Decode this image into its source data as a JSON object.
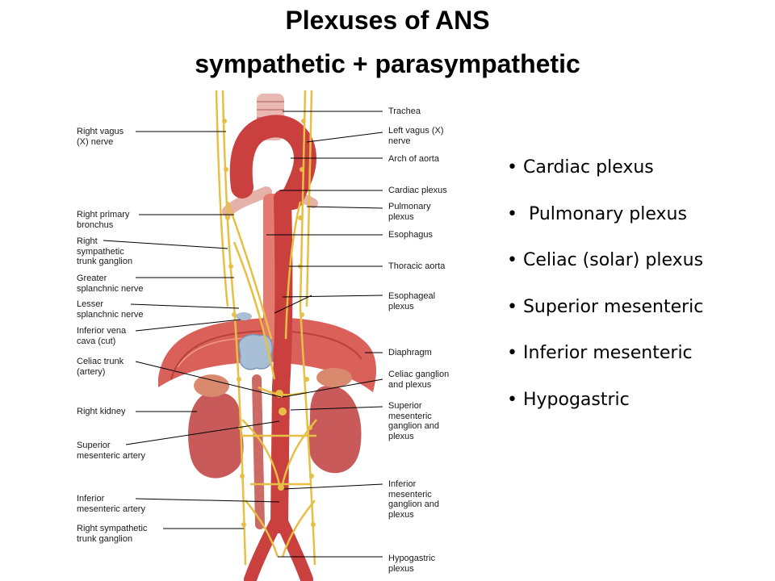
{
  "title": {
    "line1": "Plexuses of  ANS",
    "line2": "sympathetic + parasympathetic"
  },
  "figure": {
    "left_labels": [
      "Right vagus\n(X) nerve",
      "Right primary\nbronchus",
      "Right\nsympathetic\ntrunk ganglion",
      "Greater\nsplanchnic nerve",
      "Lesser\nsplanchnic nerve",
      "Inferior vena\ncava (cut)",
      "Celiac trunk\n(artery)",
      "Right kidney",
      "Superior\nmesenteric artery",
      "Inferior\nmesenteric artery",
      "Right sympathetic\ntrunk ganglion"
    ],
    "right_labels": [
      "Trachea",
      "Left vagus (X)\nnerve",
      "Arch of aorta",
      "Cardiac plexus",
      "Pulmonary\nplexus",
      "Esophagus",
      "Thoracic aorta",
      "Esophageal\nplexus",
      "Diaphragm",
      "Celiac ganglion\nand plexus",
      "Superior\nmesenteric\nganglion and\nplexus",
      "Inferior\nmesenteric\nganglion and\nplexus",
      "Hypogastric\nplexus"
    ]
  },
  "bullets": [
    "• Cardiac plexus",
    "•  Pulmonary plexus",
    "• Celiac (solar) plexus",
    "• Superior mesenteric",
    "• Inferior mesenteric",
    "• Hypogastric"
  ],
  "colors": {
    "artery": "#c9403f",
    "artery_light": "#e47a70",
    "nerve": "#e7bf45",
    "diaphragm": "#d9615a",
    "kidney": "#c85a5a",
    "vena_cava": "#a9bfd6",
    "leader": "#000000"
  }
}
